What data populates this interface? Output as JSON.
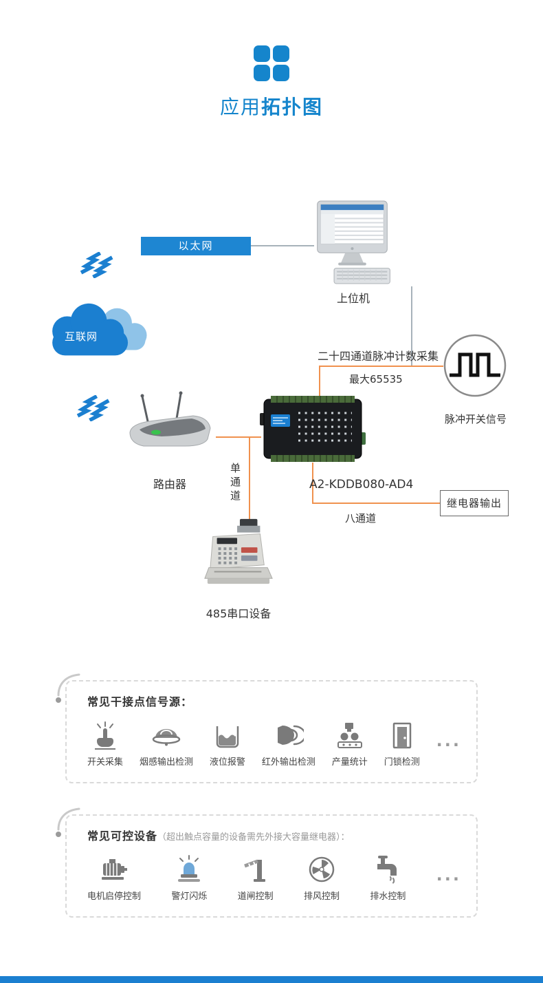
{
  "page": {
    "title_light": "应用",
    "title_bold": "拓扑图"
  },
  "colors": {
    "accent_blue": "#1585cc",
    "cloud_blue": "#1b7fd0",
    "line_orange": "#f0914e"
  },
  "topology": {
    "ethernet_label": "以太网",
    "internet_label": "互联网",
    "host_label": "上位机",
    "router_label": "路由器",
    "single_channel_label": "单通道",
    "device_model": "A2-KDDB080-AD4",
    "pulse_title": "二十四通道脉冲计数采集",
    "pulse_max": "最大65535",
    "pulse_signal_label": "脉冲开关信号",
    "relay_output_label": "继电器输出",
    "eight_channel_label": "八通道",
    "serial_device_label": "485串口设备",
    "icons": {
      "host": "desktop-computer-icon",
      "router": "wifi-router-icon",
      "internet": "cloud-icon",
      "wireless": "lightning-bolt-icon",
      "device": "io-controller-icon",
      "pulse": "pulse-waveform-icon",
      "serial_device": "cash-register-icon"
    }
  },
  "signal_sources": {
    "title": "常见干接点信号源：",
    "more": "···",
    "items": [
      {
        "label": "开关采集",
        "icon": "switch-press-icon"
      },
      {
        "label": "烟感输出检测",
        "icon": "smoke-detector-icon"
      },
      {
        "label": "液位报警",
        "icon": "liquid-level-icon"
      },
      {
        "label": "红外输出检测",
        "icon": "infrared-sensor-icon"
      },
      {
        "label": "产量统计",
        "icon": "production-counter-icon"
      },
      {
        "label": "门锁检测",
        "icon": "door-lock-icon"
      }
    ]
  },
  "controllable_devices": {
    "title": "常见可控设备",
    "note": "（超出触点容量的设备需先外接大容量继电器）：",
    "more": "···",
    "items": [
      {
        "label": "电机启停控制",
        "icon": "motor-icon"
      },
      {
        "label": "警灯闪烁",
        "icon": "warning-beacon-icon"
      },
      {
        "label": "道闸控制",
        "icon": "barrier-gate-icon"
      },
      {
        "label": "排风控制",
        "icon": "exhaust-fan-icon"
      },
      {
        "label": "排水控制",
        "icon": "water-drain-icon"
      }
    ]
  }
}
